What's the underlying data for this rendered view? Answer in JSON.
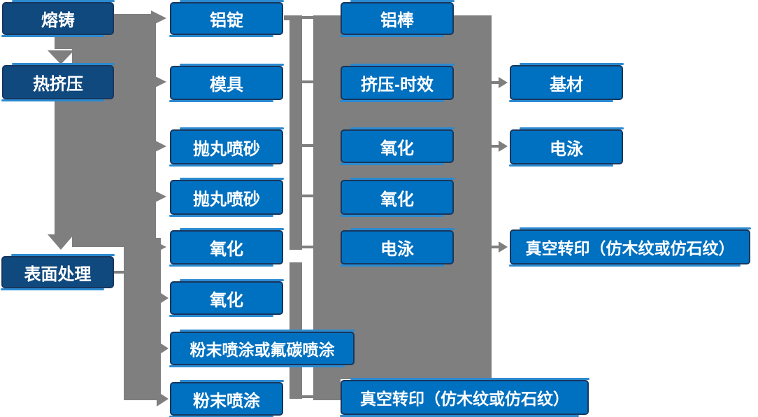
{
  "diagram": {
    "description_visible_text_only": true,
    "stages": [
      {
        "label": "熔铸"
      },
      {
        "label": "热挤压"
      },
      {
        "label": "表面处理"
      }
    ],
    "preprocess": [
      {
        "label": "铝锭"
      },
      {
        "label": "模具"
      },
      {
        "label": "抛丸喷砂"
      },
      {
        "label": "抛丸喷砂"
      },
      {
        "label": "氧化"
      },
      {
        "label": "氧化"
      },
      {
        "label": "粉末喷涂或氟碳喷涂"
      },
      {
        "label": "粉末喷涂"
      }
    ],
    "process": [
      {
        "label": "铝棒"
      },
      {
        "label": "挤压-时效"
      },
      {
        "label": "氧化"
      },
      {
        "label": "氧化"
      },
      {
        "label": "电泳"
      },
      {
        "label": "真空转印（仿木纹或仿石纹）"
      }
    ],
    "output": [
      {
        "label": "基材"
      },
      {
        "label": "电泳"
      },
      {
        "label": "真空转印（仿木纹或仿石纹）"
      }
    ],
    "colors": {
      "stage_fill": "#10497E",
      "node_fill": "#0070C0",
      "node_border": "#17375E",
      "node_accent": "#2B8AD0",
      "connector_gray": "#7F7F7F",
      "text": "#FFFFFF",
      "background": "#FFFFFF"
    }
  }
}
